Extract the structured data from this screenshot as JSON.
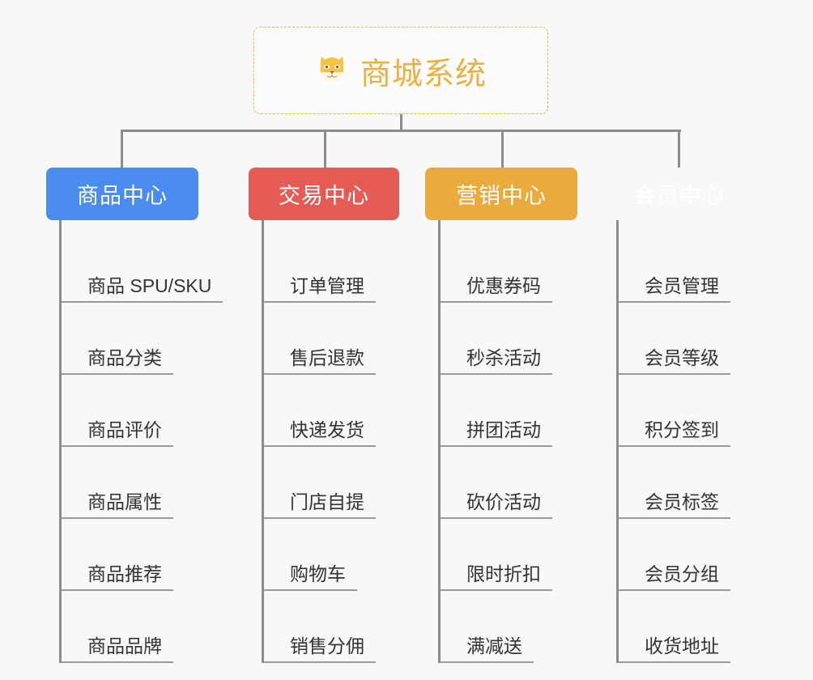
{
  "page": {
    "background_color": "#f8f8f8",
    "connector_color": "#8c8c8c",
    "leaf_text_color": "#333333",
    "leaf_rule_color": "#9a9a9a"
  },
  "root": {
    "title": "商城系统",
    "icon": "shiba-dog-face-icon",
    "icon_glyph": "🐕",
    "text_color": "#eab040",
    "border_color": "#e8b44a",
    "background_color": "#fcfcfc"
  },
  "categories": [
    {
      "label": "商品中心",
      "color": "#4a8cf0",
      "items": [
        "商品 SPU/SKU",
        "商品分类",
        "商品评价",
        "商品属性",
        "商品推荐",
        "商品品牌"
      ]
    },
    {
      "label": "交易中心",
      "color": "#e55b55",
      "items": [
        "订单管理",
        "售后退款",
        "快递发货",
        "门店自提",
        "购物车",
        "销售分佣"
      ]
    },
    {
      "label": "营销中心",
      "color": "#eaaa3c",
      "items": [
        "优惠券码",
        "秒杀活动",
        "拼团活动",
        "砍价活动",
        "限时折扣",
        "满减送"
      ]
    },
    {
      "label": "会员中心",
      "color": "#78c council",
      "items": [
        "会员管理",
        "会员等级",
        "积分签到",
        "会员标签",
        "会员分组",
        "收货地址"
      ]
    }
  ]
}
